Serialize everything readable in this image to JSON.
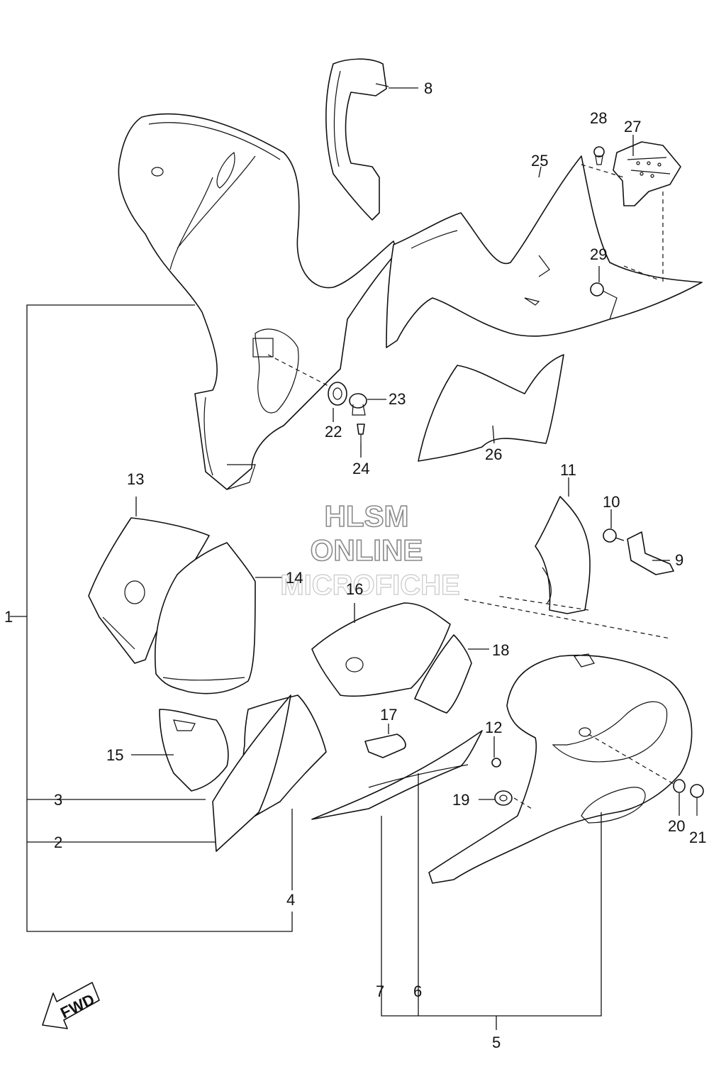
{
  "watermark": {
    "line1": "HLSM",
    "line2": "ONLINE",
    "line3": "MICROFICHE"
  },
  "fwd_label": "FWD",
  "callouts": {
    "c1": "1",
    "c2": "2",
    "c3": "3",
    "c4": "4",
    "c5": "5",
    "c6": "6",
    "c7": "7",
    "c8": "8",
    "c9": "9",
    "c10": "10",
    "c11": "11",
    "c12": "12",
    "c13": "13",
    "c14": "14",
    "c15": "15",
    "c16": "16",
    "c17": "17",
    "c18": "18",
    "c19": "19",
    "c20": "20",
    "c21": "21",
    "c22": "22",
    "c23": "23",
    "c24": "24",
    "c25": "25",
    "c26": "26",
    "c27": "27",
    "c28": "28",
    "c29": "29"
  },
  "colors": {
    "line": "#111111",
    "background": "#ffffff",
    "watermark_outline": "#8a8a8a"
  }
}
